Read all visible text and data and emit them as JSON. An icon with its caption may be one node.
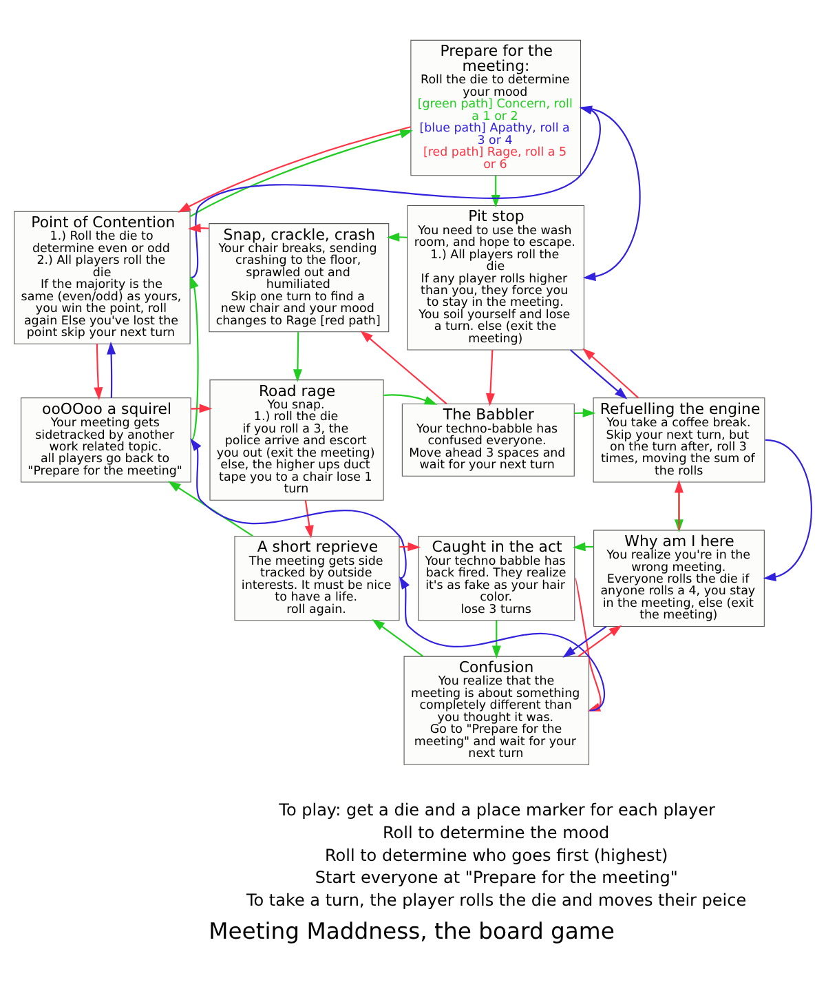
{
  "diagram": {
    "title": "Meeting Maddness, the board game",
    "nodes": [
      {
        "text": [
          "Prepare for the meeting:",
          "Roll the die to determine your mood",
          "[green path] Concern, roll a 1 or 2",
          "[blue path] Apathy, roll a 3 or 4",
          "[red path] Rage, roll a 5 or 6"
        ]
      },
      {
        "text": [
          "Point of Contention",
          "1.) Roll the die to determine even or odd",
          "2.) All players roll the die",
          "If the majority is the same (even/odd) as yours, you win the point, roll again Else you've lost the point skip your next turn"
        ]
      },
      {
        "text": [
          "Snap, crackle, crash",
          "Your chair breaks, sending crashing to the floor, sprawled out and humiliated",
          "Skip one turn to find a new chair and your mood changes to Rage [red path]"
        ]
      },
      {
        "text": [
          "Pit stop",
          "You need to use the wash room, and hope to escape.",
          "1.) All players roll the die",
          "If any player rolls higher than you, they force you to stay in the meeting. You soil yourself and lose a turn. else (exit the meeting)"
        ]
      },
      {
        "text": [
          "ooOOoo a squirel",
          "Your meeting gets sidetracked by another work related topic.",
          "all players go back to \"Prepare for the meeting\""
        ]
      },
      {
        "text": [
          "Road rage",
          "You snap.",
          "1.) roll the die",
          "if you roll a 3, the police arrive and escort you out (exit the meeting) else, the higher ups duct tape you to a chair lose 1 turn"
        ]
      },
      {
        "text": [
          "The Babbler",
          "Your techno-babble has confused everyone.",
          "Move ahead 3 spaces and wait for your next turn"
        ]
      },
      {
        "text": [
          "Refuelling the engine",
          "You take a coffee break.",
          "Skip your next turn, but on the turn after, roll 3 times, moving the sum of the rolls"
        ]
      },
      {
        "text": [
          "A short reprieve",
          "The meeting gets side tracked by outside interests. It must be nice to have a life.",
          "roll again."
        ]
      },
      {
        "text": [
          "Caught in the act",
          "Your techno babble has back fired. They realize it's as fake as your hair color.",
          "lose 3 turns"
        ]
      },
      {
        "text": [
          "Why am I here",
          "You realize you're in the wrong meeting.",
          "Everyone rolls the die if anyone rolls a 4, you stay in the meeting, else (exit the meeting)"
        ]
      },
      {
        "text": [
          "Confusion",
          "You realize that the meeting is about something completely different than you thought it was.",
          "Go to \"Prepare for the meeting\" and wait for your next turn"
        ]
      }
    ],
    "edges": [
      {
        "from": 1,
        "to": 0,
        "arrow": "to",
        "color": "#22cc22"
      },
      {
        "from": 1,
        "to": 0,
        "arrow": "to",
        "color": "#3322dd"
      },
      {
        "from": 0,
        "to": 1,
        "arrow": "to",
        "color": "#ff3344"
      },
      {
        "from": 0,
        "to": 3,
        "arrow": "to",
        "color": "#22cc22"
      },
      {
        "from": 0,
        "to": 3,
        "arrow": "to",
        "color": "#3322dd"
      },
      {
        "from": 2,
        "to": 1,
        "arrow": "to",
        "color": "#ff3344"
      },
      {
        "from": 3,
        "to": 2,
        "arrow": "to",
        "color": "#22cc22"
      },
      {
        "from": 1,
        "to": 4,
        "arrow": "to",
        "color": "#ff3344"
      },
      {
        "from": 4,
        "to": 1,
        "arrow": "to",
        "color": "#3322dd"
      },
      {
        "from": 4,
        "to": 1,
        "arrow": "to",
        "color": "#22cc22"
      },
      {
        "from": 2,
        "to": 5,
        "arrow": "to",
        "color": "#22cc22"
      },
      {
        "from": 6,
        "to": 2,
        "arrow": "to",
        "color": "#ff3344"
      },
      {
        "from": 3,
        "to": 6,
        "arrow": "to",
        "color": "#ff3344"
      },
      {
        "from": 3,
        "to": 7,
        "arrow": "to",
        "color": "#3322dd"
      },
      {
        "from": 7,
        "to": 3,
        "arrow": "to",
        "color": "#ff3344"
      },
      {
        "from": 4,
        "to": 5,
        "arrow": "to",
        "color": "#ff3344"
      },
      {
        "from": 5,
        "to": 6,
        "arrow": "to",
        "color": "#22cc22"
      },
      {
        "from": 6,
        "to": 7,
        "arrow": "to",
        "color": "#22cc22"
      },
      {
        "from": 8,
        "to": 4,
        "arrow": "to",
        "color": "#22cc22"
      },
      {
        "from": 8,
        "to": 4,
        "arrow": "to",
        "color": "#3322dd"
      },
      {
        "from": 5,
        "to": 8,
        "arrow": "to",
        "color": "#ff3344"
      },
      {
        "from": 7,
        "to": 10,
        "arrow": "to",
        "color": "#22cc22"
      },
      {
        "from": 7,
        "to": 10,
        "arrow": "to",
        "color": "#3322dd"
      },
      {
        "from": 10,
        "to": 7,
        "arrow": "to",
        "color": "#ff3344"
      },
      {
        "from": 8,
        "to": 9,
        "arrow": "to",
        "color": "#ff3344"
      },
      {
        "from": 10,
        "to": 9,
        "arrow": "to",
        "color": "#22cc22"
      },
      {
        "from": 9,
        "to": 11,
        "arrow": "to",
        "color": "#22cc22"
      },
      {
        "from": 9,
        "to": 11,
        "arrow": "to",
        "color": "#ff3344"
      },
      {
        "from": 11,
        "to": 8,
        "arrow": "to",
        "color": "#22cc22"
      },
      {
        "from": 11,
        "to": 8,
        "arrow": "to",
        "color": "#3322dd"
      },
      {
        "from": 10,
        "to": 11,
        "arrow": "to",
        "color": "#3322dd"
      },
      {
        "from": 11,
        "to": 10,
        "arrow": "to",
        "color": "#ff3344"
      }
    ],
    "labels": [
      "To play: get a die and a place marker for each player",
      "Roll to determine the mood",
      "Roll to determine who goes first (highest)",
      "Start everyone at \"Prepare for the meeting\"",
      "To take a turn, the player rolls the die and moves their peice"
    ]
  }
}
